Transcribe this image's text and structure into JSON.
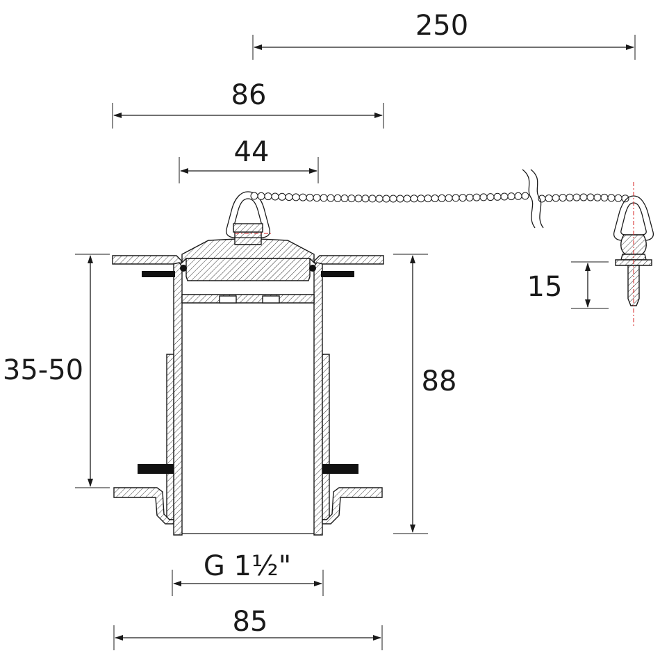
{
  "dimensions": {
    "chain_length": "250",
    "flange_width": "86",
    "plug_width": "44",
    "peg_length": "15",
    "thickness_range": "35-50",
    "overall_height": "88",
    "thread_size": "G 1½\"",
    "base_width": "85"
  }
}
